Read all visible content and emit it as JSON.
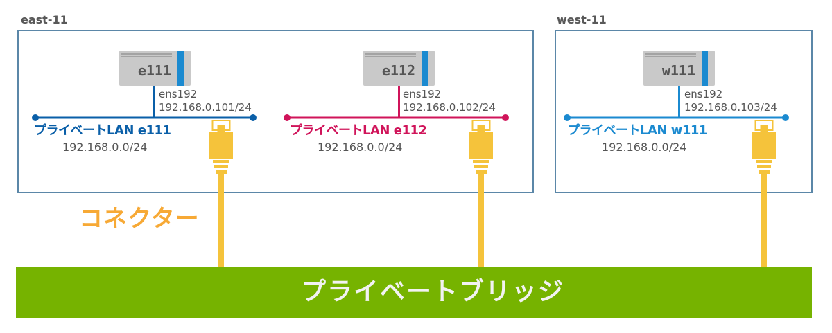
{
  "regions": [
    {
      "id": "east",
      "label": "east-11"
    },
    {
      "id": "west",
      "label": "west-11"
    }
  ],
  "servers": [
    {
      "name": "e111",
      "region": "east-11",
      "interface": "ens192",
      "ip": "192.168.0.101/24"
    },
    {
      "name": "e112",
      "region": "east-11",
      "interface": "ens192",
      "ip": "192.168.0.102/24"
    },
    {
      "name": "w111",
      "region": "west-11",
      "interface": "ens192",
      "ip": "192.168.0.103/24"
    }
  ],
  "lans": [
    {
      "name": "プライベートLAN e111",
      "subnet": "192.168.0.0/24",
      "color": "#0a5fa8"
    },
    {
      "name": "プライベートLAN e112",
      "subnet": "192.168.0.0/24",
      "color": "#d0145a"
    },
    {
      "name": "プライベートLAN w111",
      "subnet": "192.168.0.0/24",
      "color": "#1b8ad0"
    }
  ],
  "connector": {
    "label": "コネクター",
    "color": "#f5c33b",
    "label_color": "#f7a935"
  },
  "bridge": {
    "label": "プライベートブリッジ",
    "color": "#76b300"
  },
  "colors": {
    "region_border": "#5b87a8",
    "server_body": "#c9c9c9",
    "server_stripe": "#1b8ad0",
    "text_gray": "#555555"
  }
}
